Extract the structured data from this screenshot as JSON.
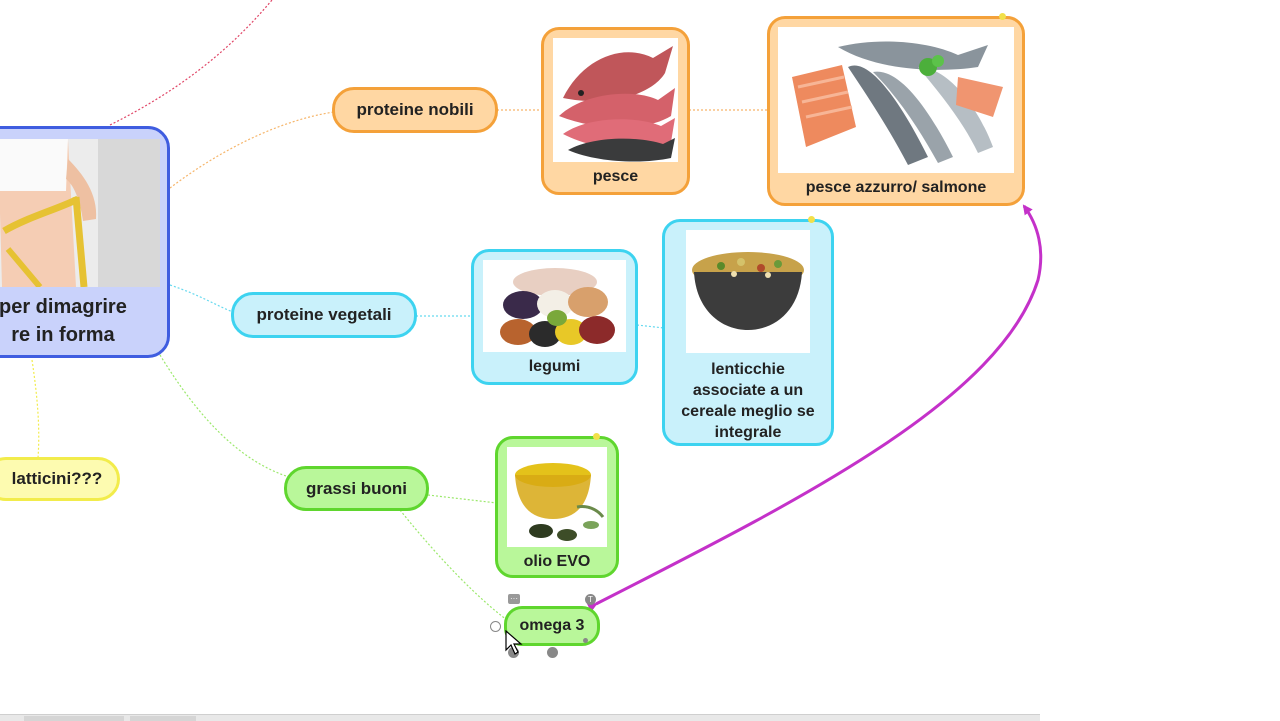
{
  "central": {
    "line1": "per dimagrire",
    "line2": "re in forma",
    "image": "measuring-tape-waist-photo"
  },
  "branches": {
    "latticini": {
      "label": "latticini???"
    },
    "proteine_nobili": {
      "label": "proteine nobili"
    },
    "proteine_vegetali": {
      "label": "proteine vegetali"
    },
    "grassi_buoni": {
      "label": "grassi buoni"
    }
  },
  "cards": {
    "pesce": {
      "label": "pesce",
      "image": "fish-photo"
    },
    "pesce_azzurro": {
      "label": "pesce azzurro/ salmone",
      "image": "salmon-and-blue-fish-photo"
    },
    "legumi": {
      "label": "legumi",
      "image": "legumes-photo"
    },
    "lenticchie": {
      "label": "lenticchie associate a un cereale meglio se integrale",
      "image": "lentil-cereal-bowl-photo"
    },
    "olio": {
      "label": "olio EVO",
      "image": "olive-oil-bowl-photo"
    }
  },
  "selected": {
    "label": "omega 3"
  },
  "colors": {
    "orange": "#f4a13a",
    "cyan": "#3dd3f0",
    "green": "#5fd62e",
    "yellow": "#f2ec4b",
    "blue": "#3f5de0",
    "relation": "#c431c9"
  }
}
